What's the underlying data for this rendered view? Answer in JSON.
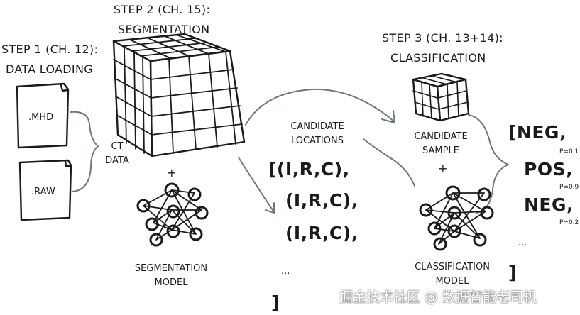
{
  "step1": {
    "line1": "STEP 1 (CH. 12):",
    "line2": "DATA LOADING"
  },
  "step2": {
    "line1": "STEP 2 (CH. 15):",
    "line2": "SEGMENTATION"
  },
  "step3": {
    "line1": "STEP 3 (CH. 13+14):",
    "line2": "CLASSIFICATION"
  },
  "files": {
    "mhd": ".MHD",
    "raw": ".RAW"
  },
  "ct_data": {
    "line1": "CT",
    "line2": "DATA"
  },
  "segmentation_model": {
    "line1": "SEGMENTATION",
    "line2": "MODEL"
  },
  "candidate_locations": {
    "line1": "CANDIDATE",
    "line2": "LOCATIONS",
    "items": [
      "[(I,R,C),",
      "(I,R,C),",
      "(I,R,C),"
    ],
    "ellipsis": "...",
    "close": "]"
  },
  "candidate_sample": {
    "line1": "CANDIDATE",
    "line2": "SAMPLE"
  },
  "plus": "+",
  "classification_model": {
    "line1": "CLASSIFICATION",
    "line2": "MODEL"
  },
  "results": {
    "items": [
      {
        "label": "[NEG,",
        "prob": "P=0.1"
      },
      {
        "label": "POS,",
        "prob": "P=0.9"
      },
      {
        "label": "NEG,",
        "prob": "P=0.2"
      }
    ],
    "ellipsis": "...",
    "close": "]"
  },
  "watermark": "掘金技术社区 @ 数据智能老司机"
}
